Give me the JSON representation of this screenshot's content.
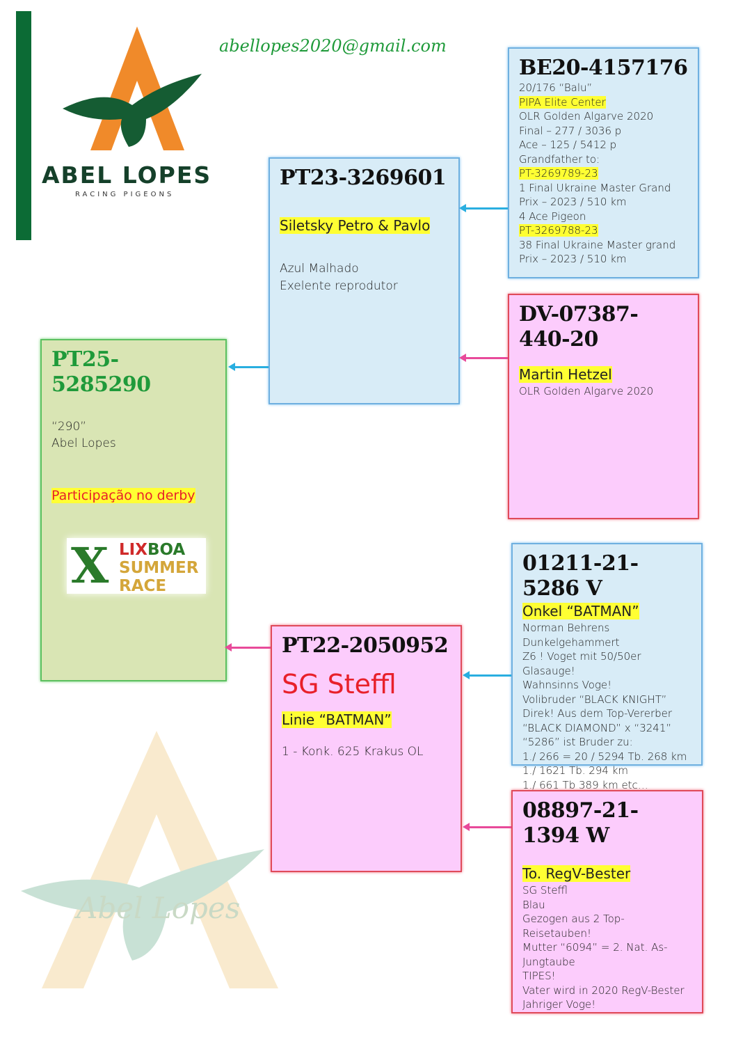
{
  "header": {
    "email": "abellopes2020@gmail.com",
    "logo_name": "ABEL LOPES",
    "logo_sub": "RACING PIGEONS",
    "watermark": "Abel Lopes"
  },
  "subject": {
    "ring": "PT25-5285290",
    "lines": [
      "“290”",
      "Abel Lopes"
    ],
    "note": "Participação no derby",
    "badge": {
      "line1_a": "LIX",
      "line1_b": "BOA",
      "line2": "SUMMER",
      "line3": "RACE"
    }
  },
  "sire": {
    "ring": "PT23-3269601",
    "owner": "Siletsky Petro & Pavlo",
    "lines": [
      "Azul Malhado",
      "Exelente reprodutor"
    ]
  },
  "sire_sire": {
    "ring": "BE20-4157176",
    "lines": [
      {
        "text": "20/176 “Balu”",
        "hl": false
      },
      {
        "text": "PIPA Elite Center",
        "hl": true
      },
      {
        "text": "OLR Golden Algarve 2020",
        "hl": false
      },
      {
        "text": "Final – 277 / 3036 p",
        "hl": false
      },
      {
        "text": "Ace – 125 / 5412 p",
        "hl": false
      },
      {
        "text": "Grandfather to:",
        "hl": false
      },
      {
        "text": "PT-3269789-23",
        "hl": true
      },
      {
        "text": "1 Final Ukraine Master Grand",
        "hl": false
      },
      {
        "text": "Prix – 2023 / 510 km",
        "hl": false
      },
      {
        "text": "4 Ace Pigeon",
        "hl": false
      },
      {
        "text": "PT-3269788-23",
        "hl": true
      },
      {
        "text": "38 Final Ukraine Master grand",
        "hl": false
      },
      {
        "text": "Prix – 2023 / 510 km",
        "hl": false
      }
    ]
  },
  "sire_dam": {
    "ring": "DV-07387-440-20",
    "owner": "Martin Hetzel",
    "lines": [
      "OLR Golden Algarve 2020"
    ]
  },
  "dam": {
    "ring": "PT22-2050952",
    "breeder": "SG Steffl",
    "line": "Linie “BATMAN”",
    "lines": [
      "1 - Konk. 625 Krakus OL"
    ]
  },
  "dam_sire": {
    "ring": "01211-21-5286 V",
    "title": "Onkel “BATMAN”",
    "lines": [
      "Norman Behrens",
      "Dunkelgehammert",
      "Z6 ! Voget mit 50/50er Glasauge!",
      "Wahnsinns Voge!",
      "Volibruder “BLACK KNIGHT”",
      "Direk! Aus dem Top-Vererber",
      "“BLACK DIAMOND” x “3241”",
      "“5286” ist Bruder zu:",
      "1./ 266 = 20 / 5294 Tb. 268 km",
      "1./ 1621 Tb. 294 km",
      "1./ 661 Tb 389 km etc…"
    ]
  },
  "dam_dam": {
    "ring": "08897-21-1394 W",
    "title": "To. RegV-Bester",
    "lines": [
      "SG Steffl",
      "Blau",
      "Gezogen aus 2 Top-Reisetauben!",
      "Mutter “6094” = 2. Nat. As-Jungtaube",
      "TIPES!",
      "Vater wird in 2020 RegV-Bester",
      "Jahriger Voge!"
    ]
  },
  "colors": {
    "blue_box": "#d8ecf7",
    "pink_box": "#fcccfc",
    "green_box": "#d9e5b4",
    "highlight": "#ffff33",
    "accent_green": "#1f9a3a"
  }
}
